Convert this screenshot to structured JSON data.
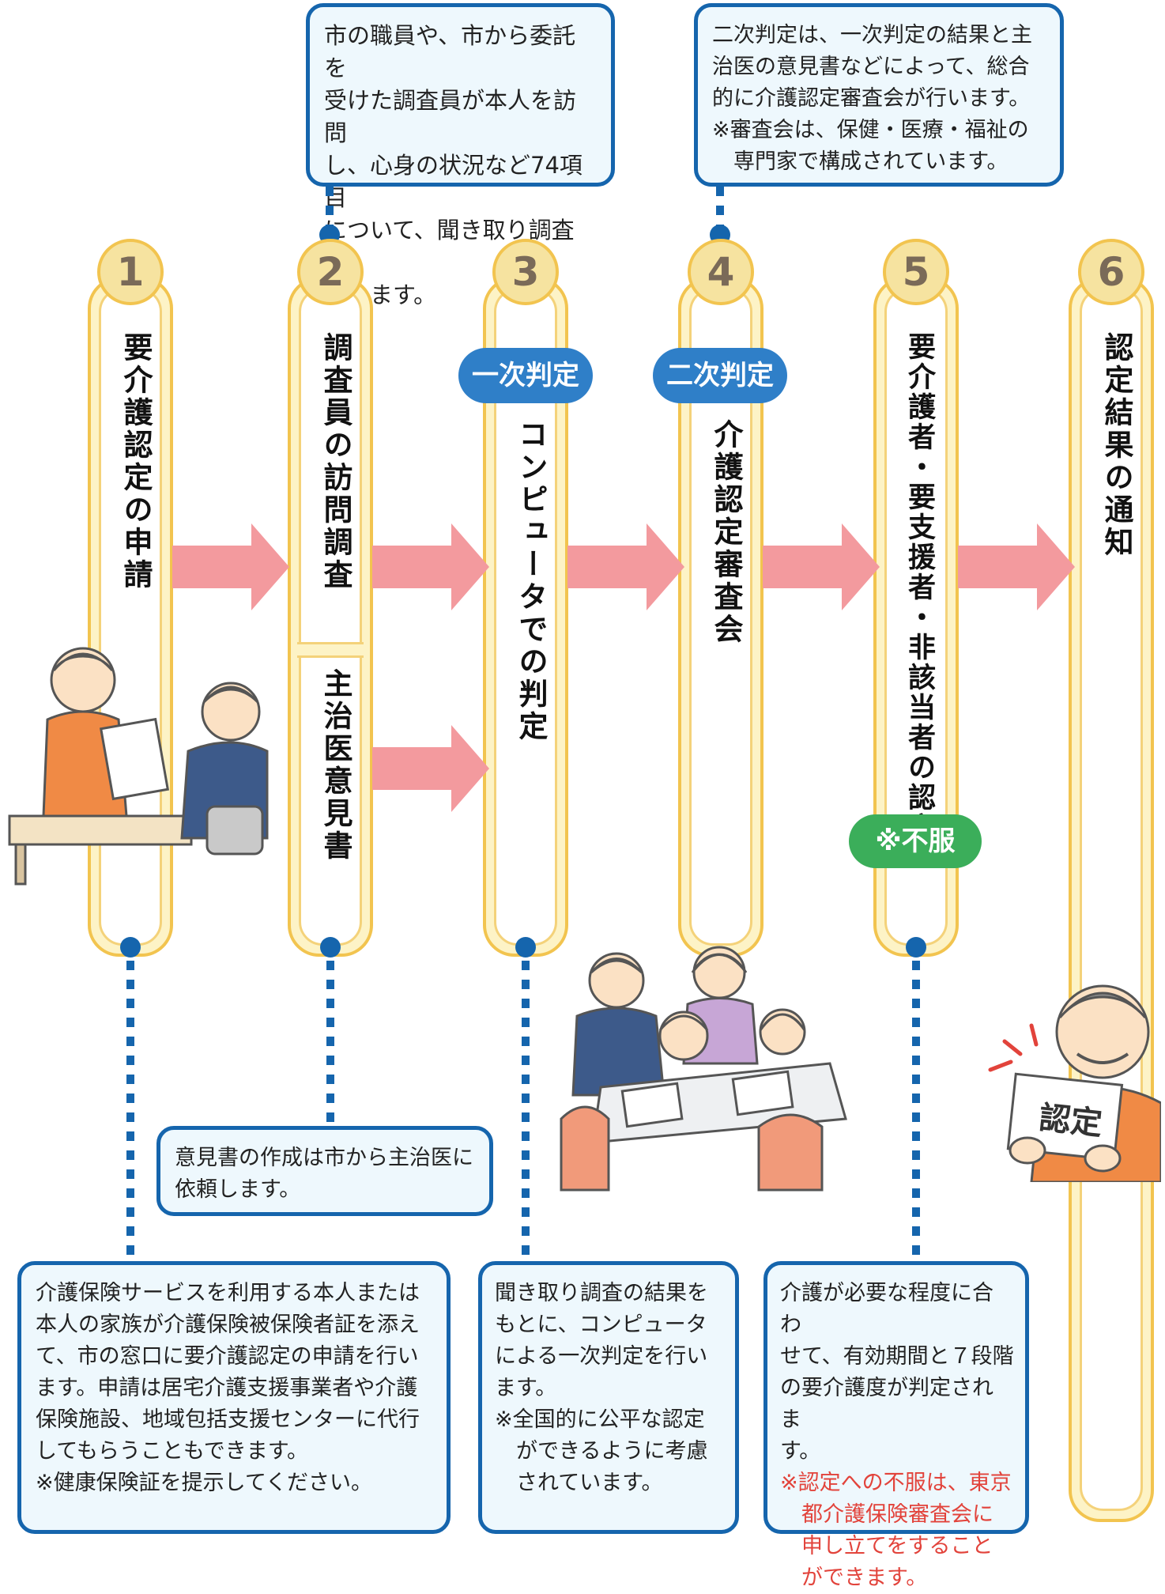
{
  "steps": [
    {
      "number": "1",
      "label": "要介護認定の申請"
    },
    {
      "number": "2",
      "label": "調査員の訪問調査",
      "sub_label": "主治医意見書"
    },
    {
      "number": "3",
      "label": "コンピュータでの判定",
      "badge": "一次判定"
    },
    {
      "number": "4",
      "label": "介護認定審査会",
      "badge": "二次判定"
    },
    {
      "number": "5",
      "label": "要介護者・要支援者・非該当者の認定",
      "badge": "※不服"
    },
    {
      "number": "6",
      "label": "認定結果の通知"
    }
  ],
  "top_boxes": {
    "survey": [
      "市の職員や、市から委託を",
      "受けた調査員が本人を訪問",
      "し、心身の状況など74項目",
      "について、聞き取り調査を",
      "行います。"
    ],
    "second_judgment": [
      "二次判定は、一次判定の結果と主",
      "治医の意見書などによって、総合",
      "的に介護認定審査会が行います。"
    ],
    "second_judgment_note": "※審査会は、保健・医療・福祉の専門家で構成されています。"
  },
  "mid_box": {
    "opinion": [
      "意見書の作成は市から主治医に",
      "依頼します。"
    ]
  },
  "bottom_boxes": {
    "application": [
      "介護保険サービスを利用する本人または",
      "本人の家族が介護保険被保険者証を添え",
      "て、市の窓口に要介護認定の申請を行い",
      "ます。申請は居宅介護支援事業者や介護",
      "保険施設、地域包括支援センターに代行",
      "してもらうこともできます。"
    ],
    "application_note": "※健康保険証を提示してください。",
    "first_judgment": [
      "聞き取り調査の結果を",
      "もとに、コンピュータ",
      "による一次判定を行い",
      "ます。"
    ],
    "first_judgment_note": "※全国的に公平な認定ができるように考慮されています。",
    "certification": [
      "介護が必要な程度に合わ",
      "せて、有効期間と７段階",
      "の要介護度が判定されま",
      "す。"
    ],
    "certification_note": "※認定への不服は、東京都介護保険審査会に申し立てをすることができます。"
  },
  "certificate_label": "認定",
  "colors": {
    "accent_blue": "#1565ad",
    "box_fill": "#eef8fd",
    "column_yellow": "#f2c44f",
    "arrow_pink": "#f39a9e",
    "badge_blue": "#2f7fc8",
    "badge_green": "#3bae5a",
    "note_red": "#e2433b"
  }
}
